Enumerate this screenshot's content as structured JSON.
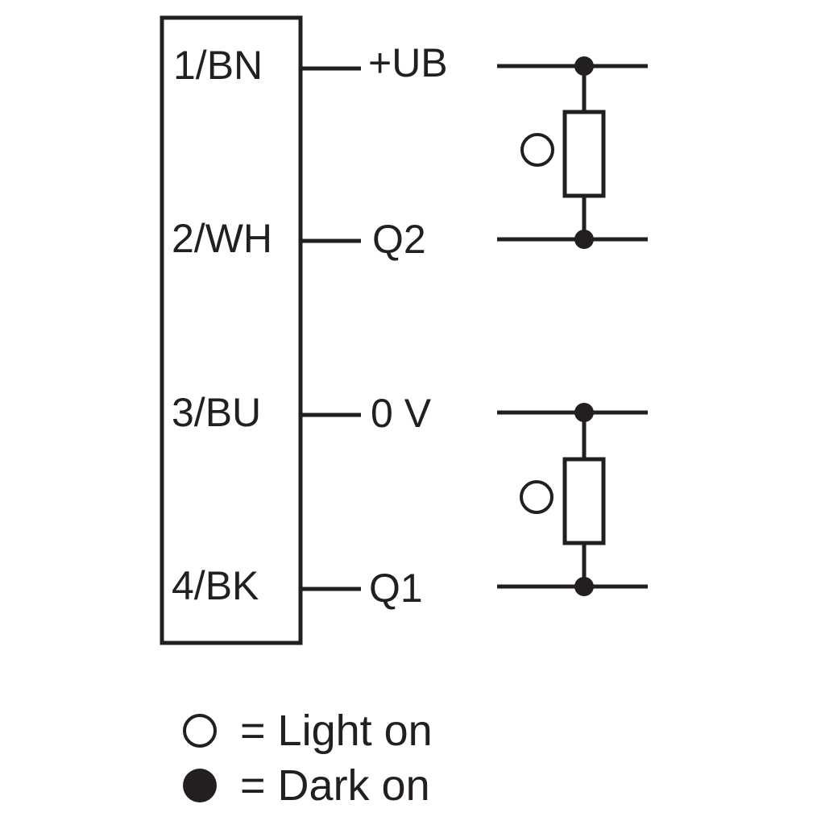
{
  "pins": [
    {
      "id": "1",
      "label": "1/BN",
      "signal": "+UB"
    },
    {
      "id": "2",
      "label": "2/WH",
      "signal": "Q2"
    },
    {
      "id": "3",
      "label": "3/BU",
      "signal": "0 V"
    },
    {
      "id": "4",
      "label": "4/BK",
      "signal": "Q1"
    }
  ],
  "legend": [
    {
      "symbol": "open-circle",
      "label": "= Light on"
    },
    {
      "symbol": "filled-circle",
      "label": "= Dark on"
    }
  ],
  "colors": {
    "line": "#231f20",
    "background": "#ffffff"
  }
}
